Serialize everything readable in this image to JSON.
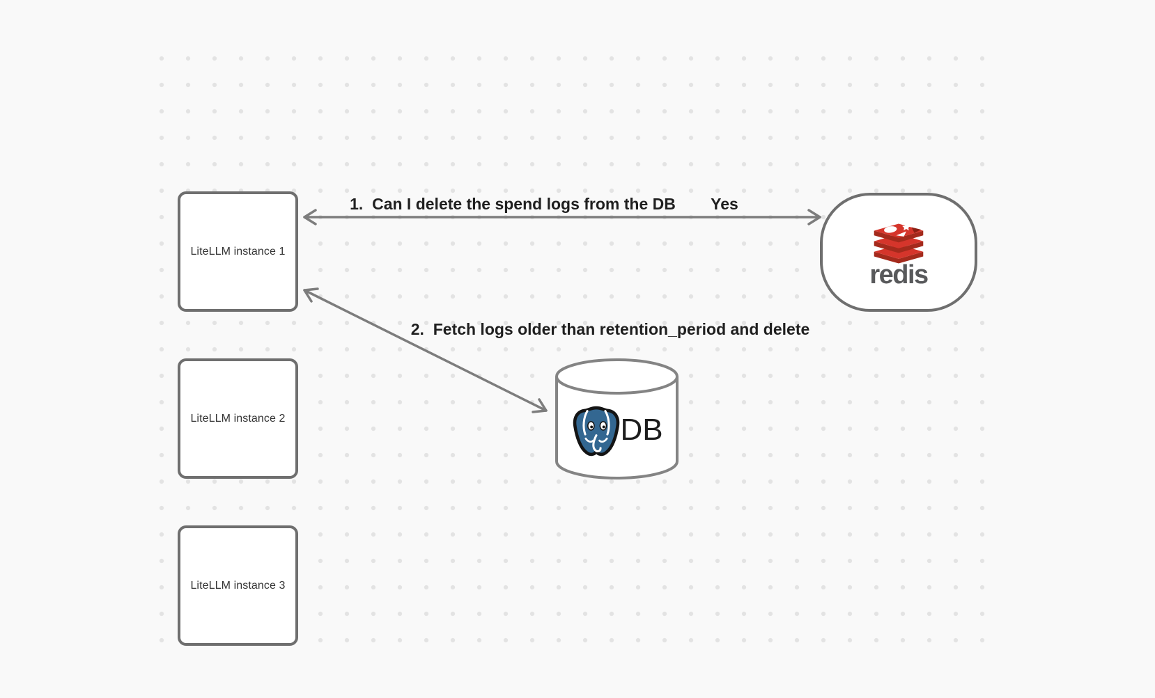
{
  "diagram": {
    "instances": [
      {
        "label": "LiteLLM instance 1"
      },
      {
        "label": "LiteLLM instance 2"
      },
      {
        "label": "LiteLLM instance 3"
      }
    ],
    "redis": {
      "wordmark": "redis",
      "icon": "redis-logo"
    },
    "database": {
      "label": "DB",
      "icon": "postgresql-logo"
    },
    "arrows": [
      {
        "label": "1.  Can I delete the spend logs from the DB",
        "answer": "Yes"
      },
      {
        "label": "2.  Fetch logs older than retention_period and delete"
      }
    ]
  },
  "colors": {
    "background": "#f9f9f9",
    "dot": "#e3e3e3",
    "node_border": "#6f6f6f",
    "cylinder_border": "#848484",
    "arrow": "#7d7d7d",
    "label_text": "#1f1f1f",
    "node_text": "#333333",
    "redis_wordmark": "#58595b",
    "redis_red_bright": "#d5352b",
    "redis_red_dark": "#a42a1c",
    "redis_red_deep": "#8c2014",
    "postgres_blue": "#336791",
    "db_text": "#1d1d1d"
  }
}
